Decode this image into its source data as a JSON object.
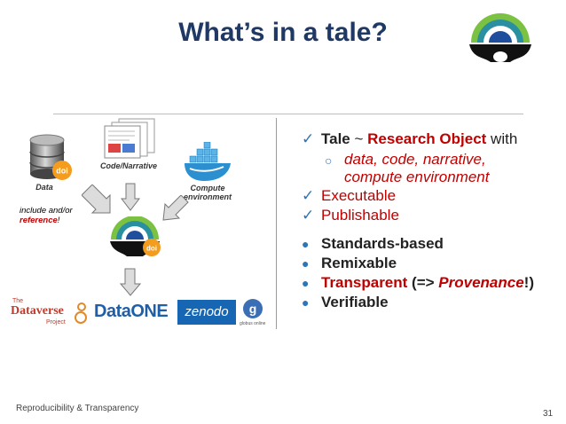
{
  "slide": {
    "title": "What’s in a tale?",
    "footer": "Reproducibility & Transparency",
    "page_number": "31"
  },
  "diagram": {
    "data_label": "Data",
    "doi": "doi",
    "code_label": "Code/Narrative",
    "compute_label_1": "Compute",
    "compute_label_2": "environment",
    "note_1": "include and/or",
    "note_2": "reference",
    "note_2_end": "!",
    "dataverse_the": "The",
    "dataverse_name": "Dataverse",
    "dataverse_project": "Project",
    "dataone": "DataONE",
    "zenodo": "zenodo",
    "globus": "globus online"
  },
  "list": {
    "check_glyph": "✓",
    "bullet_glyph": "●",
    "ring_glyph": "○",
    "tale_1": "Tale",
    "tale_2": " ~ ",
    "tale_3": "Research Object",
    "tale_4": " with",
    "sub_1": "data, code, narrative,",
    "sub_2": "compute environment",
    "executable": "Executable",
    "publishable": "Publishable",
    "standards": "Standards-based",
    "remixable": "Remixable",
    "transparent": "Transparent",
    "transparent_mid": " (=> ",
    "provenance": "Provenance",
    "transparent_end": "!)",
    "verifiable": "Verifiable"
  }
}
